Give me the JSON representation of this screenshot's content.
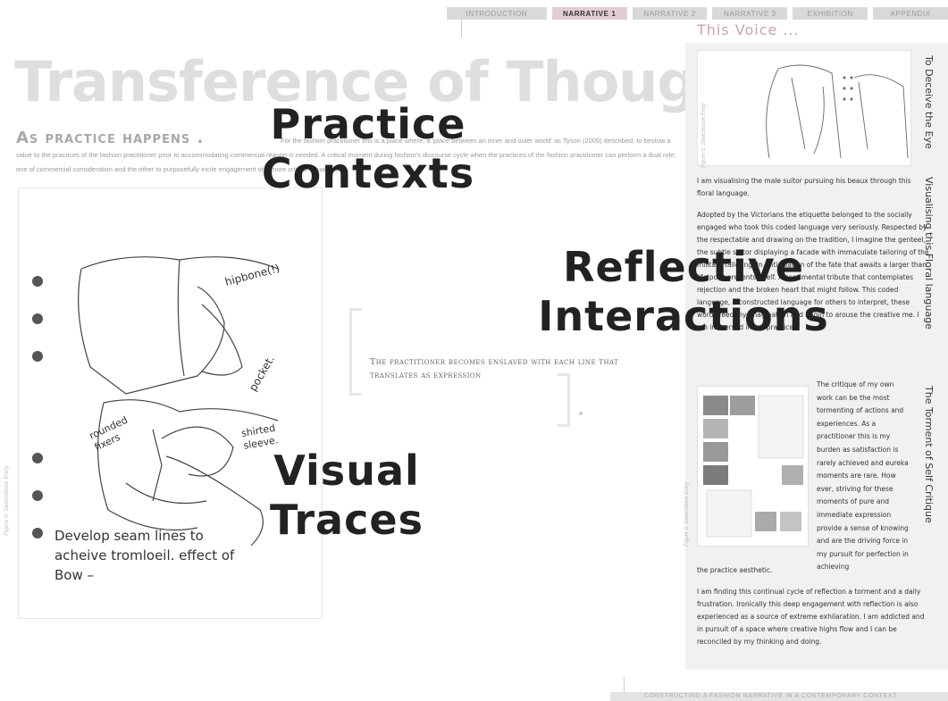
{
  "nav": {
    "tabs": [
      {
        "label": "Introduction"
      },
      {
        "label": "Narrative 1"
      },
      {
        "label": "Narrative 2"
      },
      {
        "label": "Narrative 3"
      },
      {
        "label": "Exhibition"
      },
      {
        "label": "Appendix"
      }
    ],
    "active_tab": "Narrative 1"
  },
  "page": {
    "title": "Transference of Thought",
    "subtitle": "As practice happens .",
    "intro": "For the fashion practitioner this is a place where, a 'place between an inner and outer world' as Tyson (2009) described, to bestow a value to the practices of the fashion practitioner prior to accommodating commercial reason is needed. A critical moment during fashion's discourse cycle when the practices of the fashion practitioner can perform a dual role; one of commercial consideration and the other to purposefully incite engagement of a more critical visual nature."
  },
  "sketch_left": {
    "caption": "Figure 0. Sketchbook Entry",
    "annotations": [
      "hipbone(!)",
      "pocket.",
      "rounded fixers",
      "shirted sleeve.",
      "Develop seam lines to acheive tromloeil. effect of Bow –"
    ]
  },
  "quote": {
    "text": "The practitioner becomes enslaved with each line that translates as expression"
  },
  "right_panel": {
    "voice_title": "This Voice ...",
    "headings": [
      "To Deceive the Eye",
      "Visualising this Floral language",
      "The Torment of Self Critique"
    ],
    "figure_caption_1": "Figure 0. Sketchbook Entry",
    "figure_caption_2": "Figure 0. Sketchbook Entry",
    "para1": "I am visualising the male suitor pursuing his beaux through this floral language.",
    "para2": "Adopted by the Victorians the etiquette belonged to the socially engaged who took this coded language very seriously. Respected by the respectable and drawing on the tradition, I imagine the genteel, the subtle suitor displaying a facade with immaculate tailoring of the military tailoring. In anticipation of the fate that awaits a larger than life posy presents itself. A sentimental tribute that contemplates rejection and the broken heart that might follow. This coded language, a constructed language for others to interpret, these words feed my imagination and begin to arouse the creative me. I am immersed in my practice.",
    "para3": "The critique of my own work can be the most tormenting of actions and experiences. As a practitioner this is my burden as satisfaction is rarely achieved and eureka moments are rare. How ever, striving for these moments of pure and immediate expression provide a sense of knowing and are the driving force in my pursuit for perfection in achieving",
    "para4": "the practice aesthetic.",
    "para5": "I am finding this continual cycle of reflection a torment and a daily frustration. Ironically this deep engagement with reflection is also experienced as a source of extreme exhilaration. I am addicted and in pursuit of a space where creative highs flow and I can be reconciled by my thinking and doing."
  },
  "footer": {
    "text": "Constructing a Fashion Narrative in a Contemporary Context"
  },
  "overlay_labels": {
    "label1": "Practice\nContexts",
    "label2": "Reflective\nInteractions",
    "label3": "Visual\nTraces"
  }
}
